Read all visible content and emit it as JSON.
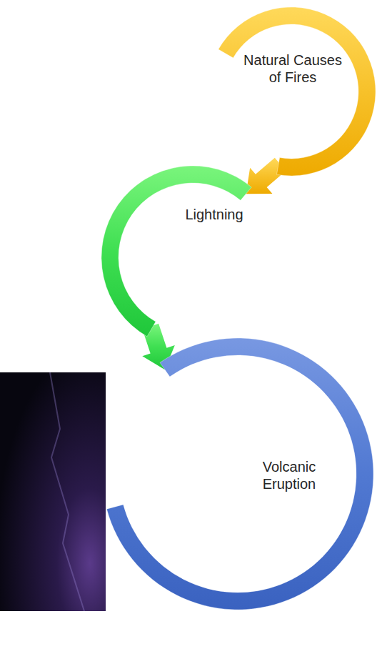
{
  "diagram": {
    "nodes": [
      {
        "text": [
          "Natural Causes of Fires"
        ]
      },
      {
        "text": [
          "Lightning"
        ]
      },
      {
        "text": [
          "Volcanic Eruption"
        ]
      }
    ],
    "edges": [
      {
        "from": 0,
        "to": 1,
        "arrow": "to"
      },
      {
        "from": 1,
        "to": 2,
        "arrow": "to"
      }
    ]
  }
}
